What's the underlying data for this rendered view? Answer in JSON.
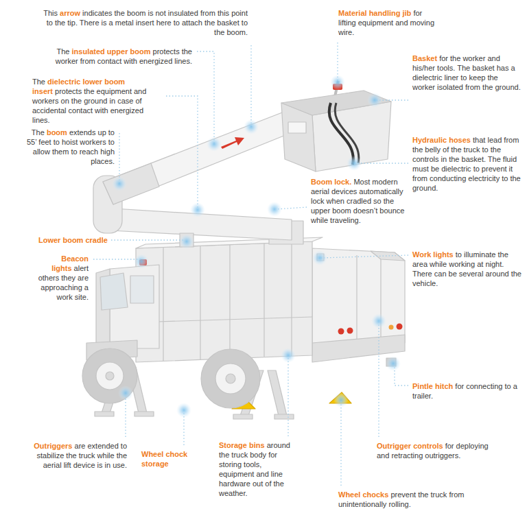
{
  "diagram": {
    "labels": [
      "This",
      "arrow",
      "indicates the boom is not insulated from this point to the tip. There is a metal insert here to attach the basket to the boom.",
      "The",
      "insulated upper boom",
      "protects the worker from contact with energized lines.",
      "The",
      "dielectric lower boom insert",
      "protects the equipment and workers on the ground in case of accidental contact with energized lines.",
      "The",
      "boom",
      "extends up to 55’ feet to hoist workers to allow them to reach high places.",
      "Lower boom cradle",
      "Beacon lights",
      "alert others they are approaching a work site.",
      "Material handling jib",
      "for lifting equipment and moving wire.",
      "Basket",
      "for the worker and his/her tools. The basket has a dielectric liner to keep the worker isolated from the ground.",
      "Hydraulic hoses",
      "that lead from the belly of the truck to the controls in the basket. The fluid must be dielectric to prevent it from conducting electricity to the ground.",
      "Boom lock.",
      "Most modern aerial devices automatically lock when cradled so the upper boom doesn’t bounce while traveling.",
      "Work lights",
      "to illuminate the area while working at night. There can be several around the vehicle.",
      "Pintle hitch",
      "for connecting to a trailer.",
      "Outriggers",
      "are extended to stabilize the truck while the aerial lift device is in use.",
      "Wheel chock storage",
      "Storage bins",
      "around the truck body for storing tools, equipment and line hardware out of the weather.",
      "Outrigger controls",
      "for deploying and retracting outriggers.",
      "Wheel chocks",
      "prevent the truck from unintentionally rolling."
    ]
  }
}
